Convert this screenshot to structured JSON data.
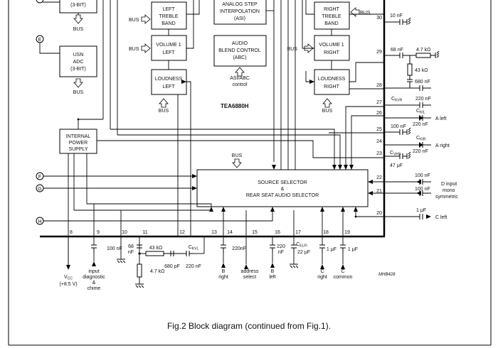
{
  "chip_name": "TEA6880H",
  "ref_code": "MHB428",
  "caption": "Fig.2  Block diagram (continued from Fig.1).",
  "bus_label": "BUS",
  "blocks": {
    "adc_top": [
      "(3-BIT)"
    ],
    "usn_adc": [
      "USN",
      "ADC",
      "(3-BIT)"
    ],
    "left_treble": [
      "LEFT",
      "TREBLE",
      "BAND"
    ],
    "volume1_left": [
      "VOLUME 1",
      "LEFT"
    ],
    "loudness_left": [
      "LOUDNESS",
      "LEFT"
    ],
    "asi": [
      "ANALOG STEP",
      "INTERPOLATION",
      "(ASI)"
    ],
    "abc": [
      "AUDIO",
      "BLEND CONTROL",
      "(ABC)"
    ],
    "right_treble": [
      "RIGHT",
      "TREBLE",
      "BAND"
    ],
    "volume1_right": [
      "VOLUME 1",
      "RIGHT"
    ],
    "loudness_right": [
      "LOUDNESS",
      "RIGHT"
    ],
    "power_supply": [
      "INTERNAL",
      "POWER",
      "SUPPLY"
    ],
    "source_selector": [
      "SOURCE SELECTOR",
      "&",
      "REAR SEAT AUDIO SELECTOR"
    ]
  },
  "asi_abc_label": [
    "ASI/ABC",
    "control"
  ],
  "left_connectors": [
    "E",
    "F",
    "G",
    "H"
  ],
  "right_pins": {
    "p20": "20",
    "p21": "21",
    "p22": "22",
    "p23": "23",
    "p24": "24",
    "p25": "25",
    "p26": "26",
    "p27": "27",
    "p28": "28",
    "p29": "29",
    "p30": "30"
  },
  "bottom_pins": {
    "p8": "8",
    "p9": "9",
    "p10": "10",
    "p11": "11",
    "p12": "12",
    "p13": "13",
    "p14": "14",
    "p15": "15",
    "p16": "16",
    "p17": "17",
    "p18": "18",
    "p19": "19"
  },
  "right_labels": {
    "cap30": "10 nF",
    "cap29": "68 nF",
    "res29": "4.7 kΩ",
    "res43": "43 kΩ",
    "cap680": "680 nF",
    "ckvr_main": "C",
    "ckvr_sub": "KVR",
    "ckvr_val": "220 nF",
    "ckil_main": "C",
    "ckil_sub": "KIL",
    "ckil_val": "220 nF",
    "aleft": "A left",
    "cap25": "100 nF",
    "ckir_main": "C",
    "ckir_sub": "KIR",
    "ckir_val": "220 nF",
    "aright": "A right",
    "cvhs_main": "C",
    "cvhs_sub": "VHS",
    "cvhs_val": "47 μF",
    "cap22": "100 nF",
    "dinput": [
      "D input",
      "mono",
      "symmetric"
    ],
    "cap21": "100 nF",
    "cap20": "1 μF",
    "cleft": "C left"
  },
  "bottom_labels": {
    "vcc_main": "V",
    "vcc_sub": "CC",
    "vcc_val": "(+8.5 V)",
    "cap9": "100 nF",
    "input_diag": [
      "input",
      "diagnostic",
      "&",
      "chime"
    ],
    "cap11": [
      "68",
      "nF"
    ],
    "res43": "43 kΩ",
    "res47": "4.7 kΩ",
    "cap680": "680 pF",
    "ckvl_main": "C",
    "ckvl_sub": "KVL",
    "ckvl_val": "220 nF",
    "cap14": "220nF",
    "bright": [
      "B",
      "right"
    ],
    "address": [
      "address",
      "select"
    ],
    "cap16": [
      "220",
      "nF"
    ],
    "bleft": [
      "B",
      "left"
    ],
    "celfi_main": "C",
    "celfi_sub": "ELFI",
    "celfi_val": "22 μF",
    "cap18": "1 μF",
    "cap19": "1 μF",
    "cright": [
      "C",
      "right"
    ],
    "ccommon": [
      "C",
      "common"
    ]
  }
}
